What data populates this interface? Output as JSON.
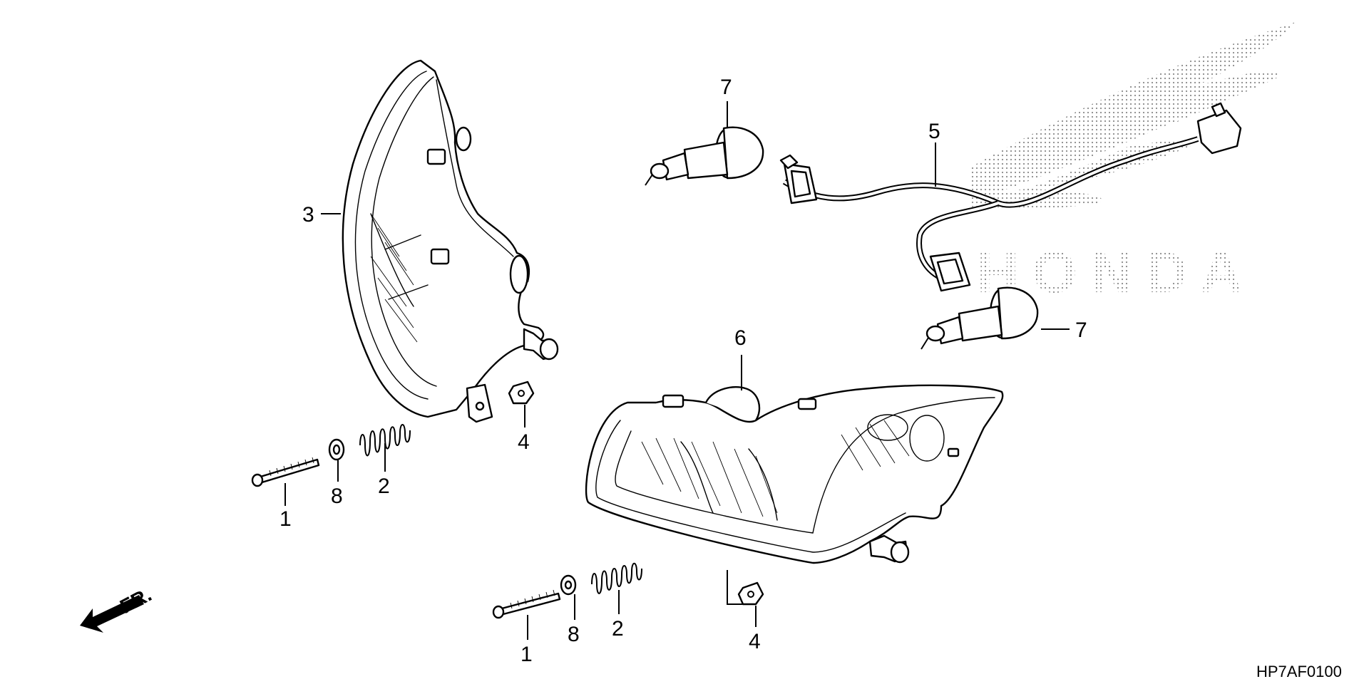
{
  "callouts": [
    {
      "id": "c1a",
      "label": "1"
    },
    {
      "id": "c2a",
      "label": "2"
    },
    {
      "id": "c3",
      "label": "3"
    },
    {
      "id": "c4a",
      "label": "4"
    },
    {
      "id": "c5",
      "label": "5"
    },
    {
      "id": "c6",
      "label": "6"
    },
    {
      "id": "c7a",
      "label": "7"
    },
    {
      "id": "c7b",
      "label": "7"
    },
    {
      "id": "c8a",
      "label": "8"
    },
    {
      "id": "c1b",
      "label": "1"
    },
    {
      "id": "c8b",
      "label": "8"
    },
    {
      "id": "c2b",
      "label": "2"
    },
    {
      "id": "c4b",
      "label": "4"
    }
  ],
  "direction_label": "FR.",
  "watermark_text": "HONDA",
  "diagram_code": "HP7AF0100"
}
